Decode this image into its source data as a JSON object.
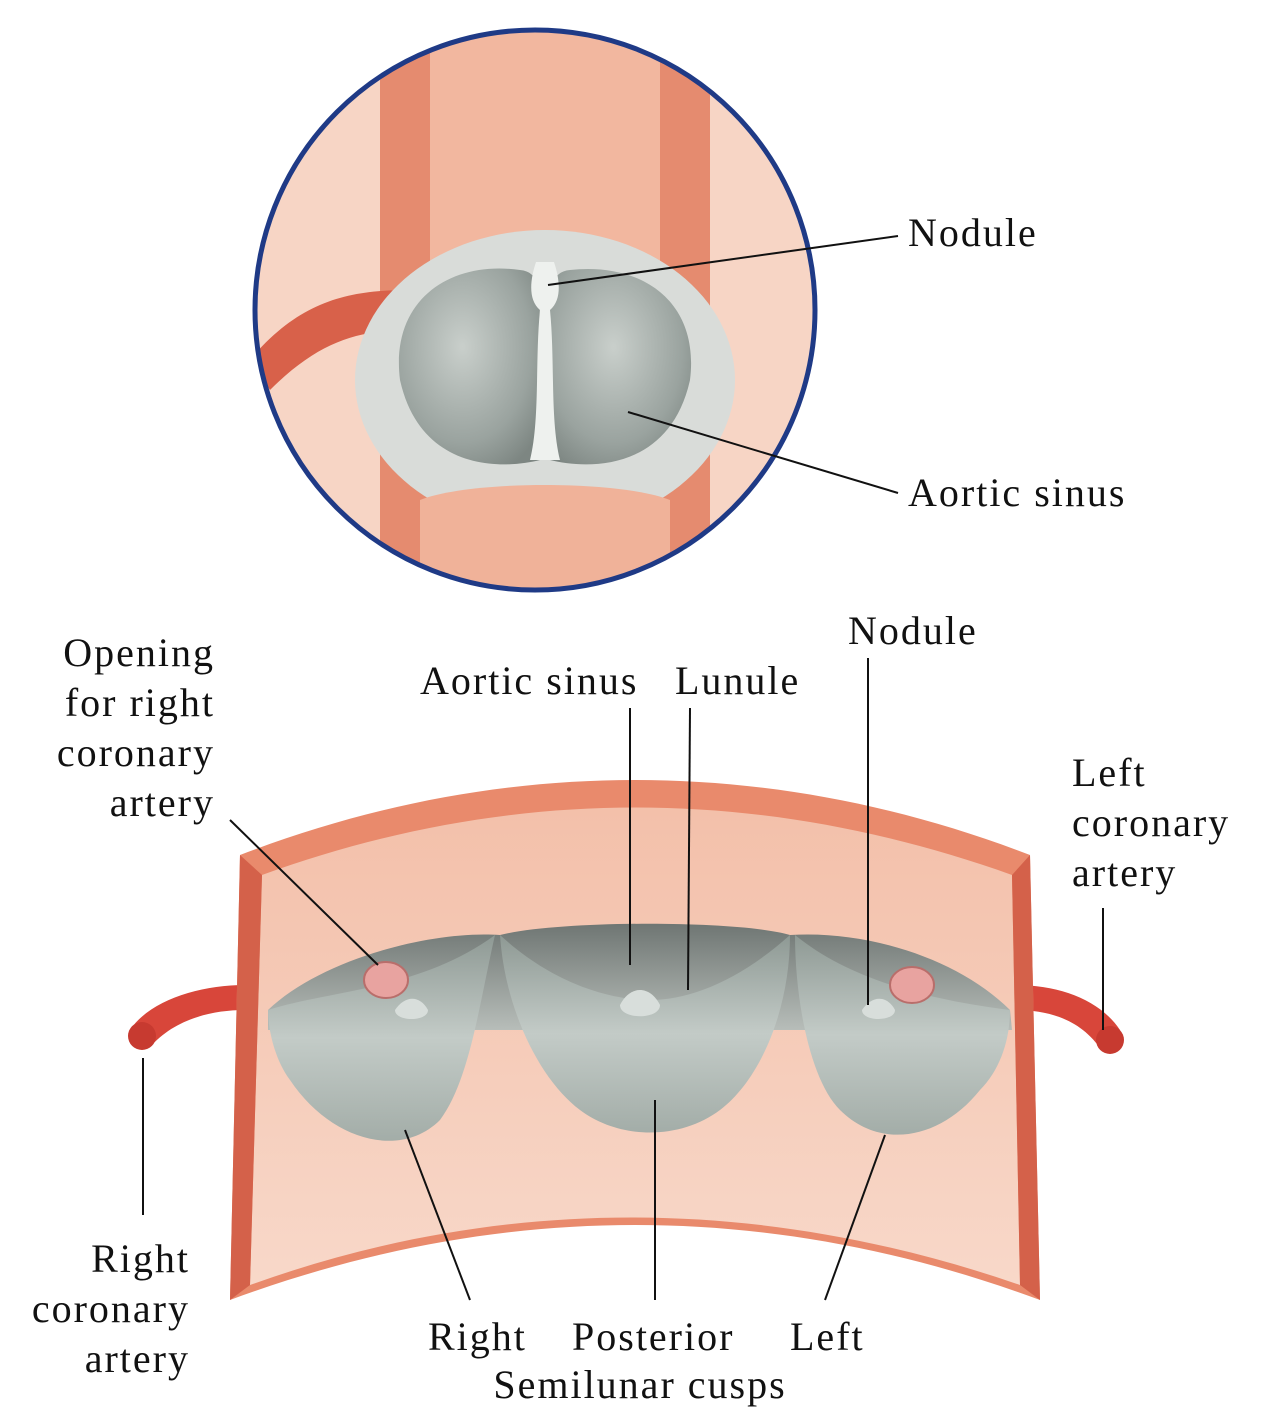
{
  "colors": {
    "vessel_wall": "#e98a6c",
    "vessel_wall_dark": "#d4614a",
    "vessel_inner": "#f6c7b2",
    "cusp_gray": "#b9c0bc",
    "cusp_shadow": "#8f9894",
    "cusp_highlight": "#e4e8e4",
    "circle_border": "#1f3a86",
    "leader_line": "#111111",
    "coronary_artery": "#d8463a"
  },
  "labels": {
    "top_nodule": "Nodule",
    "top_aortic_sinus": "Aortic sinus",
    "opening_line1": "Opening",
    "opening_line2": "for right",
    "opening_line3": "coronary",
    "opening_line4": "artery",
    "aortic_sinus": "Aortic sinus",
    "lunule": "Lunule",
    "nodule": "Nodule",
    "left_coronary_line1": "Left",
    "left_coronary_line2": "coronary",
    "left_coronary_line3": "artery",
    "right_coronary_line1": "Right",
    "right_coronary_line2": "coronary",
    "right_coronary_line3": "artery",
    "cusp_right": "Right",
    "cusp_posterior": "Posterior",
    "cusp_left": "Left",
    "semilunar_cusps": "Semilunar cusps"
  }
}
